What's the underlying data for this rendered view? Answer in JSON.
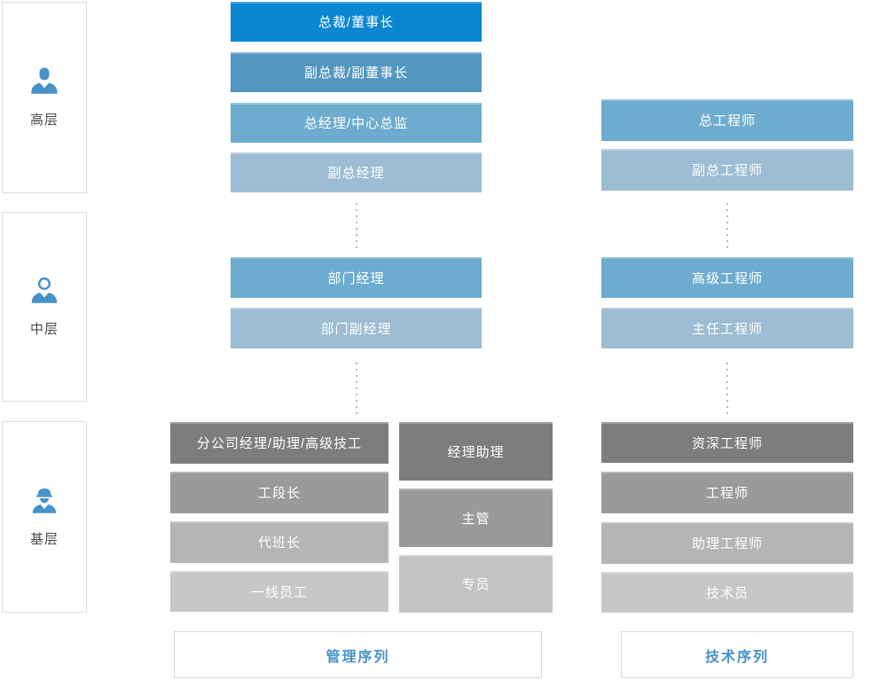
{
  "diagram": {
    "levels": [
      {
        "label": "高层",
        "icon": "executive-icon"
      },
      {
        "label": "中层",
        "icon": "manager-icon"
      },
      {
        "label": "基层",
        "icon": "worker-icon"
      }
    ],
    "management_track": {
      "senior": [
        {
          "label": "总裁/董事长",
          "color": "#0b86d0"
        },
        {
          "label": "副总裁/副董事长",
          "color": "#5397c1"
        },
        {
          "label": "总经理/中心总监",
          "color": "#6dacce"
        },
        {
          "label": "副总经理",
          "color": "#9cbdd3"
        }
      ],
      "middle": [
        {
          "label": "部门经理",
          "color": "#6dacce"
        },
        {
          "label": "部门副经理",
          "color": "#9cbdd3"
        }
      ],
      "junior_left": [
        {
          "label": "分公司经理/助理/高级技工",
          "color": "#7d7d7d"
        },
        {
          "label": "工段长",
          "color": "#9a9a9a"
        },
        {
          "label": "代班长",
          "color": "#b5b5b5"
        },
        {
          "label": "一线员工",
          "color": "#c7c7c7"
        }
      ],
      "junior_right": [
        {
          "label": "经理助理",
          "color": "#7d7d7d"
        },
        {
          "label": "主管",
          "color": "#9a9a9a"
        },
        {
          "label": "专员",
          "color": "#c3c3c3"
        }
      ],
      "footer_label": "管理序列"
    },
    "technical_track": {
      "senior": [
        {
          "label": "总工程师",
          "color": "#6dacce"
        },
        {
          "label": "副总工程师",
          "color": "#9cbdd3"
        }
      ],
      "middle": [
        {
          "label": "高级工程师",
          "color": "#6dacce"
        },
        {
          "label": "主任工程师",
          "color": "#9cbdd3"
        }
      ],
      "junior": [
        {
          "label": "资深工程师",
          "color": "#7d7d7d"
        },
        {
          "label": "工程师",
          "color": "#9a9a9a"
        },
        {
          "label": "助理工程师",
          "color": "#b5b5b5"
        },
        {
          "label": "技术员",
          "color": "#c7c7c7"
        }
      ],
      "footer_label": "技术序列"
    },
    "accent_colors": {
      "icon_blue": "#4692c8",
      "footer_text_blue": "#4793c5",
      "connector_gray": "#b9b9b9",
      "level_box_border": "#dcdcdc"
    }
  }
}
